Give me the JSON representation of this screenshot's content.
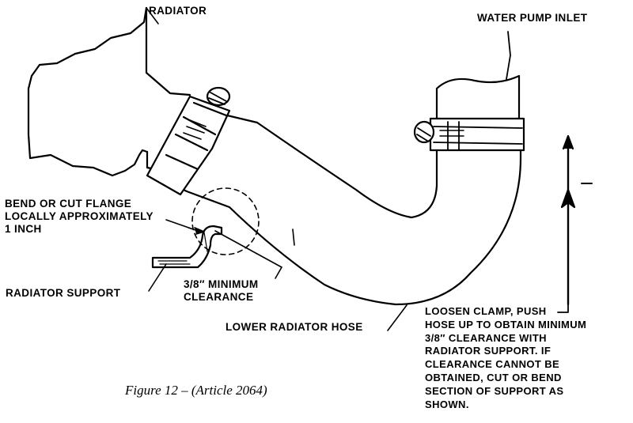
{
  "labels": {
    "radiator": "RADIATOR",
    "water_pump_inlet": "WATER PUMP INLET",
    "bend_or_cut": [
      "BEND OR CUT FLANGE",
      "LOCALLY APPROXIMATELY",
      "1 INCH"
    ],
    "radiator_support": "RADIATOR SUPPORT",
    "clearance": [
      "3/8″ MINIMUM",
      "CLEARANCE"
    ],
    "lower_radiator_hose": "LOWER RADIATOR HOSE",
    "instructions": [
      "LOOSEN CLAMP, PUSH",
      "HOSE UP TO OBTAIN MINIMUM",
      "3/8″ CLEARANCE WITH",
      "RADIATOR SUPPORT.  IF",
      "CLEARANCE CANNOT BE",
      "OBTAINED, CUT OR BEND",
      "SECTION OF SUPPORT AS",
      "SHOWN."
    ]
  },
  "caption": "Figure 12 – (Article 2064)",
  "colors": {
    "ink": "#000000",
    "paper": "#ffffff"
  }
}
